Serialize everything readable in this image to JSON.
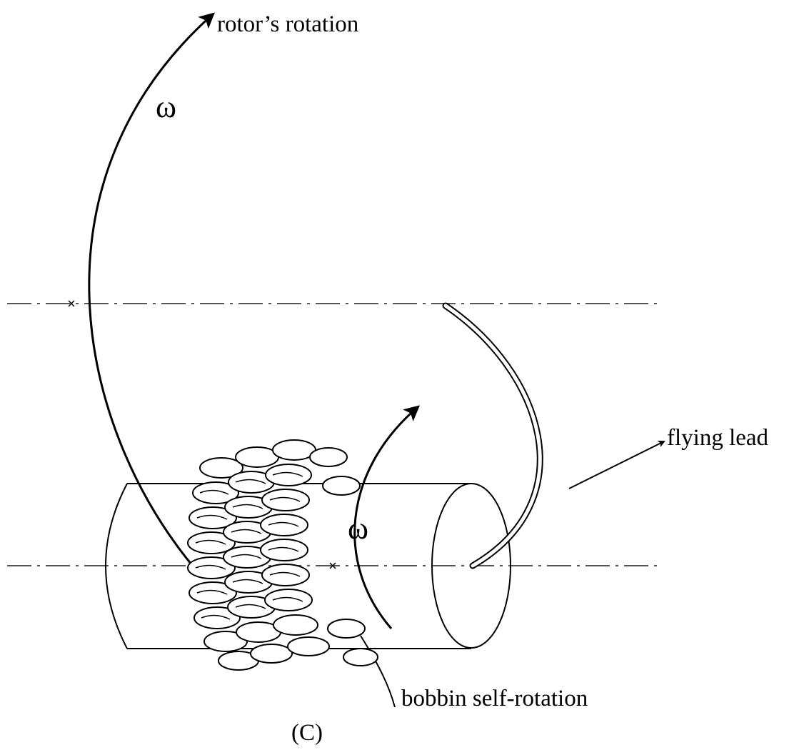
{
  "diagram": {
    "labels": {
      "rotor_rotation": "rotor’s rotation",
      "omega_top": "ω",
      "omega_bobbin": "ω",
      "flying_lead": "flying lead",
      "bobbin_self_rotation": "bobbin self-rotation",
      "panel": "(C)"
    },
    "colors": {
      "line": "#000000",
      "axis": "#555555",
      "background": "#ffffff"
    }
  }
}
